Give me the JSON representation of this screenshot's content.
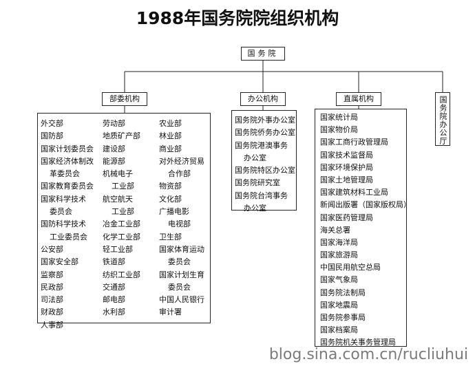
{
  "title": "1988年国务院院组织机构",
  "root": "国务院",
  "branches": {
    "ministries": {
      "label": "部委机构",
      "col1": [
        "外交部",
        "国防部",
        "国家计划委员会",
        "国家经济体制改",
        "革委员会",
        "国家教育委员会",
        "国家科学技术",
        "委员会",
        "国防科学技术",
        "工业委员会",
        "公安部",
        "国家安全部",
        "监察部",
        "民政部",
        "司法部",
        "财政部",
        "人事部"
      ],
      "col2": [
        "劳动部",
        "地质矿产部",
        "建设部",
        "能源部",
        "机械电子",
        "工业部",
        "航空航天",
        "工业部",
        "冶金工业部",
        "化学工业部",
        "轻工业部",
        "铁道部",
        "纺织工业部",
        "交通部",
        "邮电部",
        "水利部"
      ],
      "col3": [
        "农业部",
        "林业部",
        "商业部",
        "对外经济贸易",
        "合作部",
        "物资部",
        "文化部",
        "广播电影",
        "电视部",
        "卫生部",
        "国家体育运动",
        "委员会",
        "国家计划生育",
        "委员会",
        "中国人民银行",
        "审计署"
      ]
    },
    "offices": {
      "label": "办公机构",
      "items": [
        "国务院外事办公室",
        "国务院侨务办公室",
        "国务院港澳事务",
        "办公室",
        "国务院特区办公室",
        "国务院研究室",
        "国务院台湾事务",
        "办公室"
      ]
    },
    "direct": {
      "label": "直属机构",
      "items": [
        "国家统计局",
        "国家物价局",
        "国家工商行政管理局",
        "国家技术监督局",
        "国家环境保护局",
        "国家土地管理局",
        "国家建筑材料工业局",
        "新闻出版署（国家版权局）",
        "国家医药管理局",
        "海关总署",
        "国家海洋局",
        "国家旅游局",
        "中国民用航空总局",
        "国家气象局",
        "国务院法制局",
        "国家地震局",
        "国务院参事局",
        "国家档案局",
        "国务院机关事务管理局"
      ]
    },
    "general_office": {
      "label": "国务院办公厅"
    }
  },
  "watermark": "blog.sina.com.cn/rucliuhui"
}
